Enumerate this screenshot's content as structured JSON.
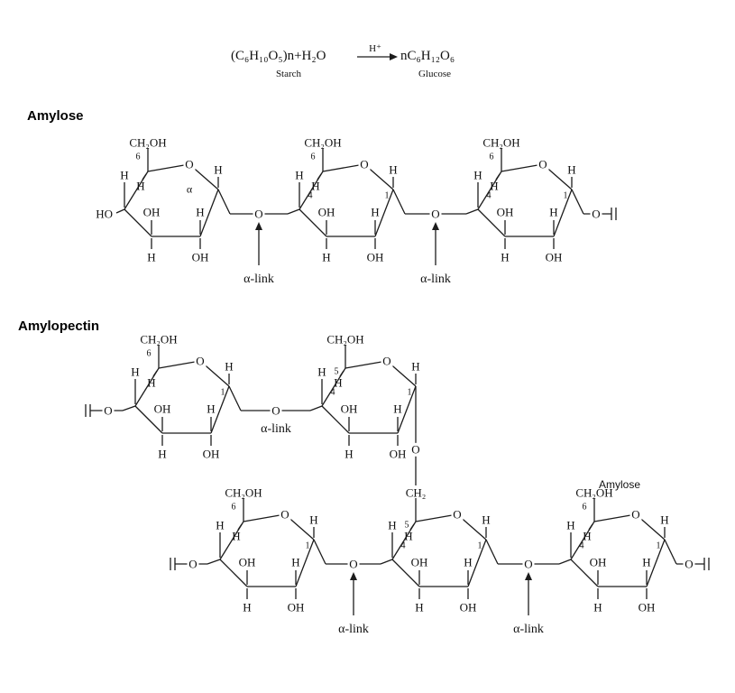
{
  "equation": {
    "reactants": "(C₆H₁₀O₅)n+H₂O",
    "catalyst": "H⁺",
    "products": "nC₆H₁₂O₆",
    "reactant_name": "Starch",
    "product_name": "Glucose"
  },
  "sections": {
    "amylose_title": "Amylose",
    "amylopectin_title": "Amylopectin",
    "amylose_annotation": "Amylose"
  },
  "labels": {
    "ch2oh": "CH₂OH",
    "ch2": "CH₂",
    "o": "O",
    "h": "H",
    "oh": "OH",
    "ho": "HO",
    "alpha": "α",
    "alpha_link": "α-link",
    "c1": "1",
    "c4": "4",
    "c5": "5",
    "c6": "6"
  },
  "colors": {
    "ink": "#111111",
    "line": "#1c1c1c",
    "background": "#ffffff"
  }
}
